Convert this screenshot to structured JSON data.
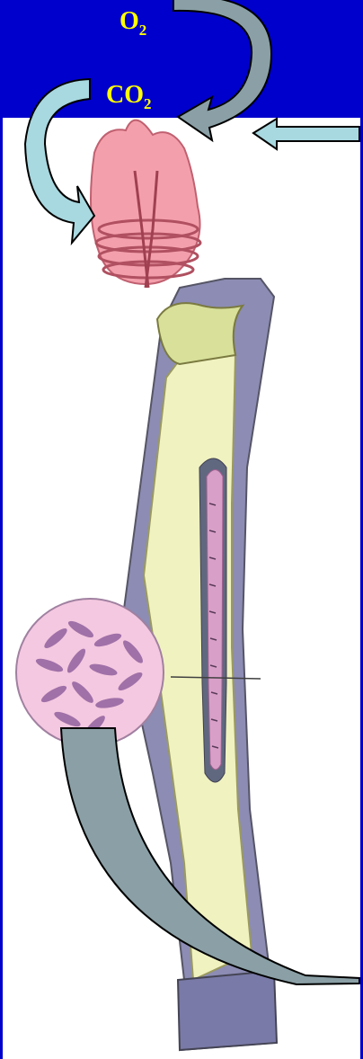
{
  "labels": {
    "oxygen": {
      "main": "O",
      "sub": "2"
    },
    "carbon_dioxide": {
      "main": "CO",
      "sub": "2"
    }
  },
  "colors": {
    "background": "#0000cc",
    "panel": "#ffffff",
    "label_text": "#ffff00",
    "arrow_grey": "#8aa0a6",
    "arrow_light": "#a8d8e0",
    "tube_outer": "#8c8cb4",
    "tube_inner": "#f0f2c0",
    "plume": "#f4a0ac",
    "body_stripe": "#d8a0c8",
    "bacteria": "#a070a8"
  },
  "icons": {
    "organism": "tubeworm-illustration",
    "bacteria_inset": "bacteria-circle-icon"
  }
}
